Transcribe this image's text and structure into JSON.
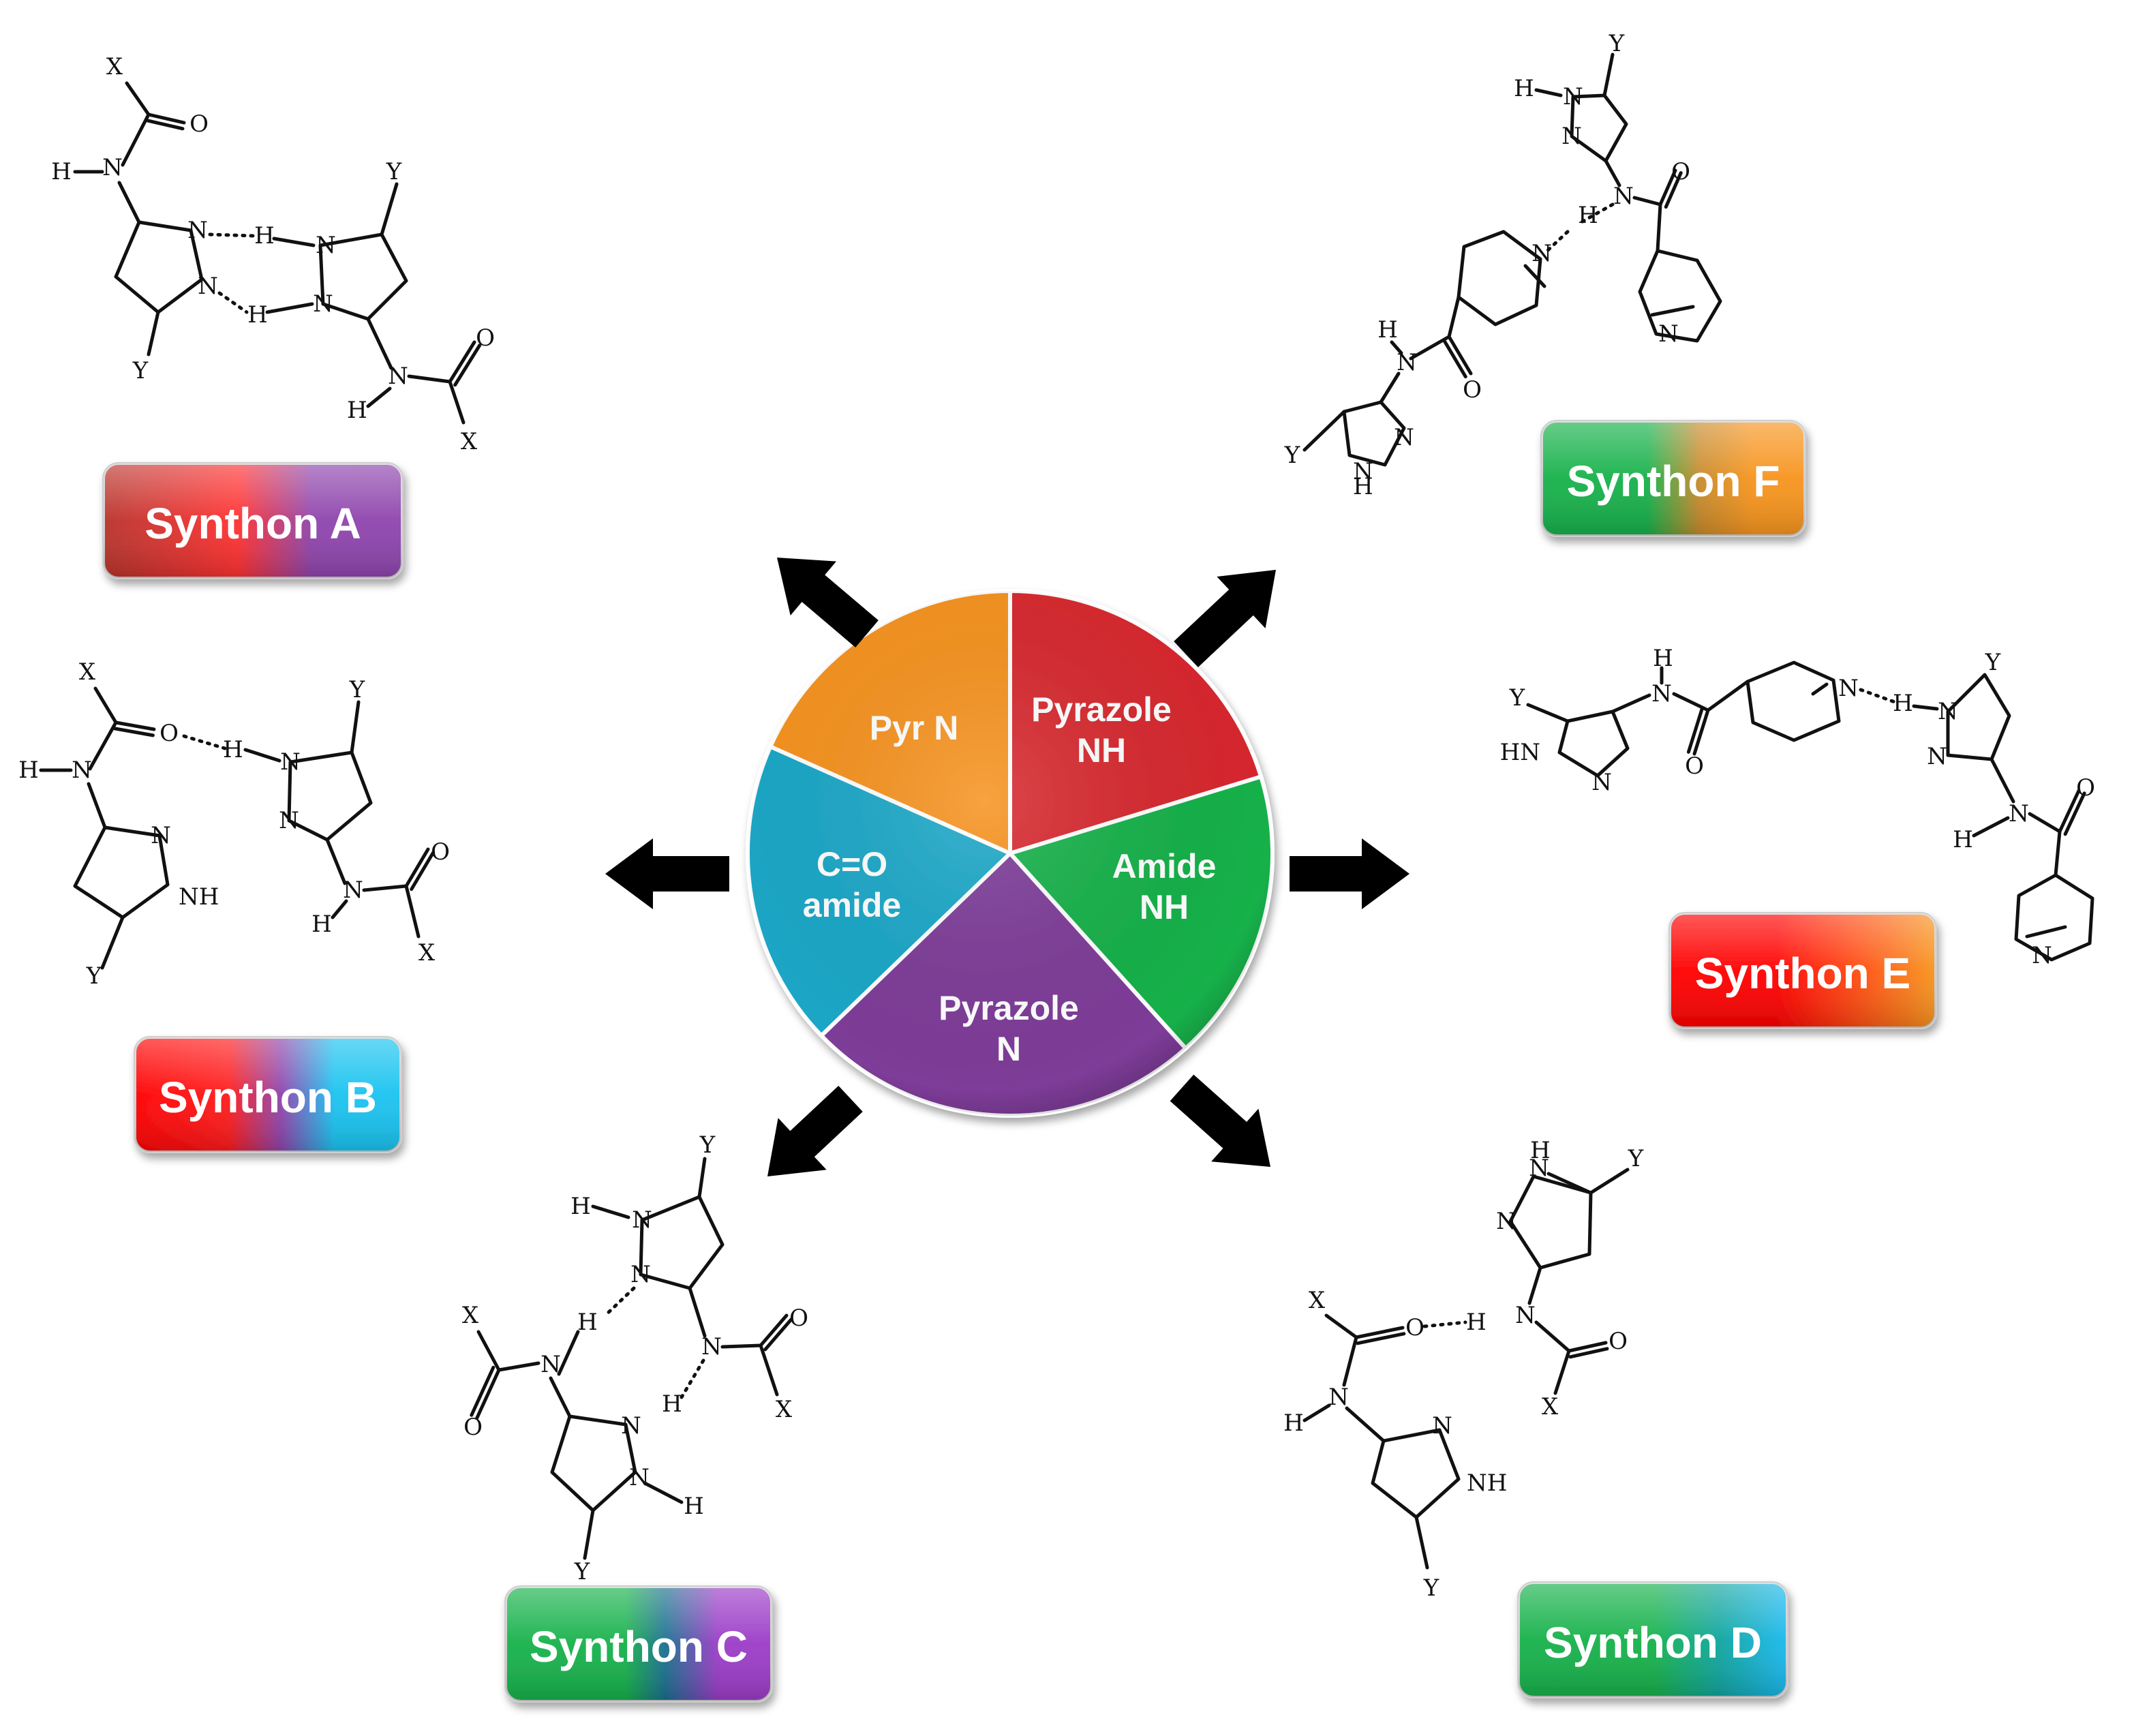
{
  "center_pie": {
    "segments": [
      {
        "label": "Pyr N",
        "color": "#f6921e"
      },
      {
        "label": "Pyrazole NH",
        "color": "#d7282e"
      },
      {
        "label": "Amide NH",
        "color": "#16b14a"
      },
      {
        "label": "Pyrazole N",
        "color": "#7d3c98"
      },
      {
        "label": "C=O amide",
        "color": "#1aa7c7"
      }
    ]
  },
  "synthons": [
    {
      "id": "A",
      "label": "Synthon A",
      "colors": [
        "#c0392b",
        "#ff3333",
        "#8e44ad"
      ]
    },
    {
      "id": "B",
      "label": "Synthon B",
      "colors": [
        "#ff0000",
        "#8e44ad",
        "#19c3f0"
      ]
    },
    {
      "id": "C",
      "label": "Synthon C",
      "colors": [
        "#16b14a",
        "#1a7f8f",
        "#9b3bc7"
      ]
    },
    {
      "id": "D",
      "label": "Synthon D",
      "colors": [
        "#16b14a",
        "#0fa59e",
        "#19b8ef"
      ]
    },
    {
      "id": "E",
      "label": "Synthon E",
      "colors": [
        "#ff0000",
        "#ff3b10",
        "#f7941d"
      ]
    },
    {
      "id": "F",
      "label": "Synthon F",
      "colors": [
        "#16b14a",
        "#6aa33c",
        "#f7941d"
      ]
    }
  ],
  "atoms": {
    "x": "X",
    "y": "Y",
    "h": "H",
    "n": "N",
    "o": "O",
    "nh": "NH",
    "hn": "HN"
  }
}
